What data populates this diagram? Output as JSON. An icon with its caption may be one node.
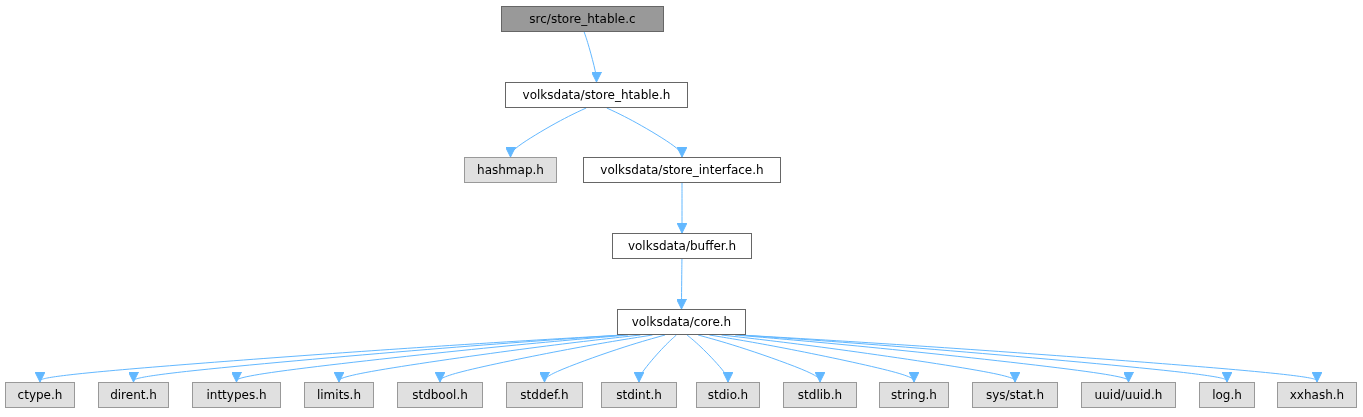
{
  "diagram": {
    "nodes": [
      {
        "text": [
          "src/store_htable.c"
        ]
      },
      {
        "text": [
          "volksdata/store_htable.h"
        ]
      },
      {
        "text": [
          "hashmap.h"
        ]
      },
      {
        "text": [
          "volksdata/store_interface.h"
        ]
      },
      {
        "text": [
          "volksdata/buffer.h"
        ]
      },
      {
        "text": [
          "volksdata/core.h"
        ]
      },
      {
        "text": [
          "ctype.h"
        ]
      },
      {
        "text": [
          "dirent.h"
        ]
      },
      {
        "text": [
          "inttypes.h"
        ]
      },
      {
        "text": [
          "limits.h"
        ]
      },
      {
        "text": [
          "stdbool.h"
        ]
      },
      {
        "text": [
          "stddef.h"
        ]
      },
      {
        "text": [
          "stdint.h"
        ]
      },
      {
        "text": [
          "stdio.h"
        ]
      },
      {
        "text": [
          "stdlib.h"
        ]
      },
      {
        "text": [
          "string.h"
        ]
      },
      {
        "text": [
          "sys/stat.h"
        ]
      },
      {
        "text": [
          "uuid/uuid.h"
        ]
      },
      {
        "text": [
          "log.h"
        ]
      },
      {
        "text": [
          "xxhash.h"
        ]
      }
    ],
    "edges": [
      {
        "from": 0,
        "to": 1,
        "arrow": "to"
      },
      {
        "from": 1,
        "to": 2,
        "arrow": "to"
      },
      {
        "from": 1,
        "to": 3,
        "arrow": "to"
      },
      {
        "from": 3,
        "to": 4,
        "arrow": "to"
      },
      {
        "from": 4,
        "to": 5,
        "arrow": "to"
      },
      {
        "from": 5,
        "to": 6,
        "arrow": "to"
      },
      {
        "from": 5,
        "to": 7,
        "arrow": "to"
      },
      {
        "from": 5,
        "to": 8,
        "arrow": "to"
      },
      {
        "from": 5,
        "to": 9,
        "arrow": "to"
      },
      {
        "from": 5,
        "to": 10,
        "arrow": "to"
      },
      {
        "from": 5,
        "to": 11,
        "arrow": "to"
      },
      {
        "from": 5,
        "to": 12,
        "arrow": "to"
      },
      {
        "from": 5,
        "to": 13,
        "arrow": "to"
      },
      {
        "from": 5,
        "to": 14,
        "arrow": "to"
      },
      {
        "from": 5,
        "to": 15,
        "arrow": "to"
      },
      {
        "from": 5,
        "to": 16,
        "arrow": "to"
      },
      {
        "from": 5,
        "to": 17,
        "arrow": "to"
      },
      {
        "from": 5,
        "to": 18,
        "arrow": "to"
      },
      {
        "from": 5,
        "to": 19,
        "arrow": "to"
      }
    ]
  }
}
